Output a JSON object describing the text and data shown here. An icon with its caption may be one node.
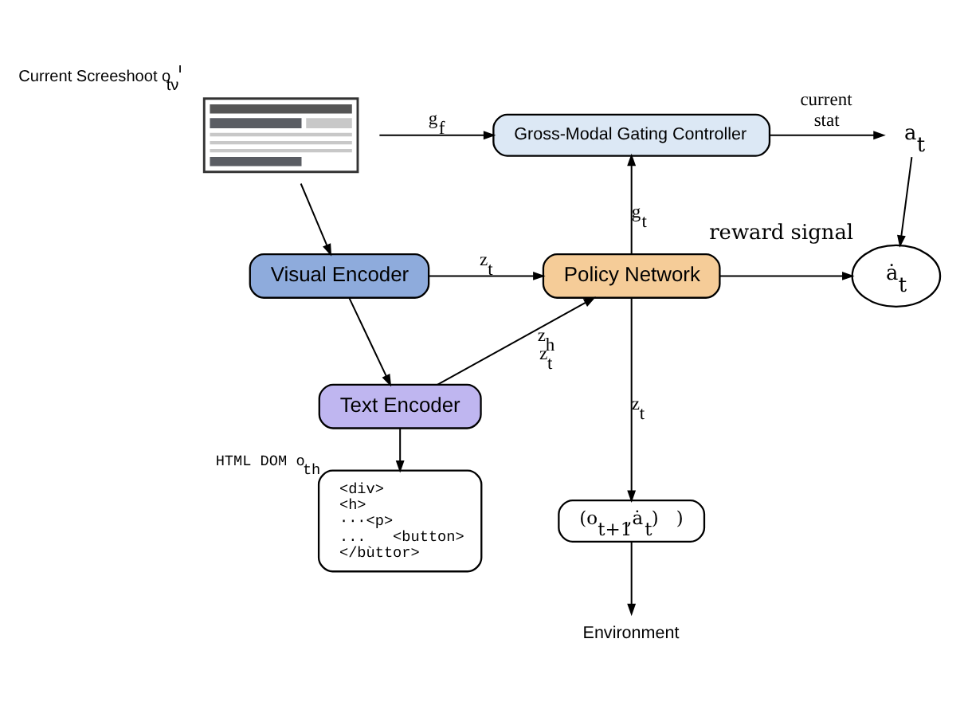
{
  "diagram": {
    "nodes": [
      {
        "text": [],
        "shape": "picture",
        "beside": [
          "Current Screeshoot",
          "o$_{tν}$$^{ı}$"
        ]
      },
      {
        "text": [
          "Gross-Modal Gating Controller"
        ]
      },
      {
        "text": [
          "a$_{t}$"
        ]
      },
      {
        "text": [
          "Visual Encoder"
        ]
      },
      {
        "text": [
          "Policy Network"
        ]
      },
      {
        "text": [
          "ȧ$_{t}$"
        ],
        "beside": [
          "reward signal"
        ]
      },
      {
        "text": [
          "Text Encoder"
        ]
      },
      {
        "text": [
          "(o$_{t+1}$,ȧ$_{t}$)   )"
        ]
      },
      {
        "text": [
          "Environment"
        ]
      },
      {
        "text": [
          "<div>",
          "<h>",
          "···<p>",
          "...   <button>",
          "</bùttor>"
        ],
        "beside": [
          "HTML DOM o$_{th}$"
        ]
      }
    ],
    "edges": [
      {
        "from": 0,
        "to": 1,
        "arrow": "to",
        "label": "g$_{f}$"
      },
      {
        "from": 0,
        "to": 3,
        "arrow": "to"
      },
      {
        "from": 1,
        "to": 2,
        "arrow": "to",
        "label": "current stat"
      },
      {
        "from": 2,
        "to": 5,
        "arrow": "to"
      },
      {
        "from": 3,
        "to": 4,
        "arrow": "to",
        "label": "z$_{t}$"
      },
      {
        "from": 3,
        "to": 6,
        "arrow": "to"
      },
      {
        "from": 6,
        "to": 4,
        "arrow": "to",
        "label": "z$_{h}$ z$_{t}$"
      },
      {
        "from": 6,
        "to": 9,
        "arrow": "to"
      },
      {
        "from": 4,
        "to": 1,
        "arrow": "to",
        "label": "g$_{t}$"
      },
      {
        "from": 4,
        "to": 5,
        "arrow": "to"
      },
      {
        "from": 4,
        "to": 7,
        "arrow": "to",
        "label": "z$_{t}$"
      },
      {
        "from": 7,
        "to": 8,
        "arrow": "to"
      }
    ]
  }
}
